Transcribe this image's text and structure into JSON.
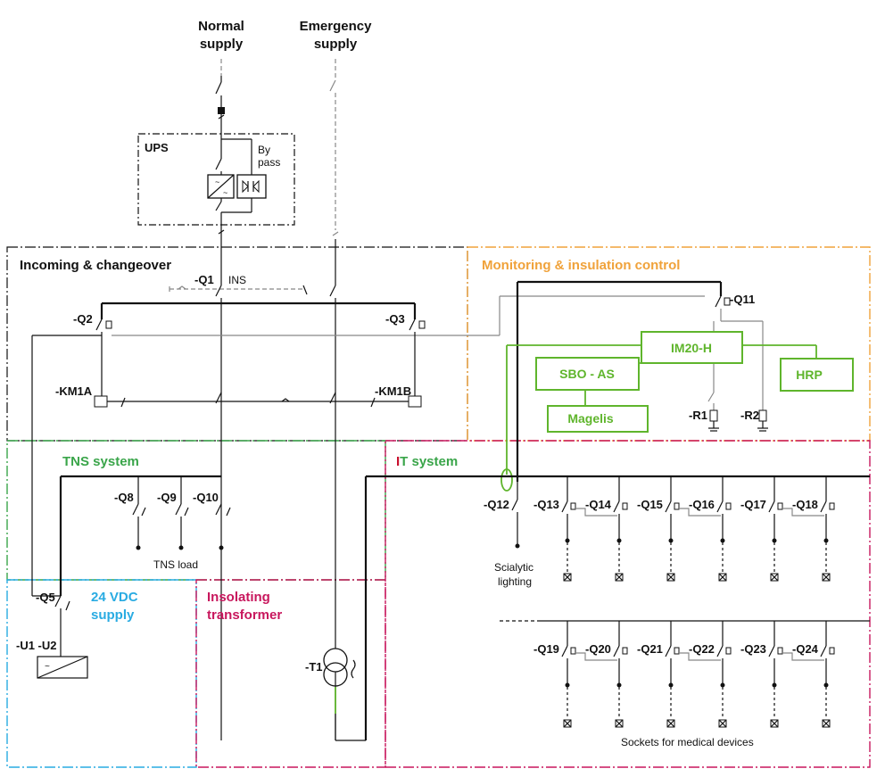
{
  "supplies": {
    "normal": [
      "Normal",
      "supply"
    ],
    "emergency": [
      "Emergency",
      "supply"
    ]
  },
  "ups": {
    "title": "UPS",
    "bypass": [
      "By",
      "pass"
    ]
  },
  "sections": {
    "incoming": {
      "label": "Incoming & changeover",
      "color": "#111111"
    },
    "monitoring": {
      "label": "Monitoring & insulation control",
      "color": "#f0a23a"
    },
    "tns": {
      "label": "TNS system",
      "color": "#3aa54a"
    },
    "it": {
      "label_first": "I",
      "label_rest": "T system",
      "first_color": "#c8102e",
      "color": "#3aa54a"
    },
    "vdc": {
      "label": [
        "24 VDC",
        "supply"
      ],
      "color": "#29abe2"
    },
    "transformer": {
      "label": [
        "Insolating",
        "transformer"
      ],
      "color": "#c8175d"
    }
  },
  "incoming_labels": {
    "q1": "-Q1",
    "ins": "INS",
    "q2": "-Q2",
    "q3": "-Q3",
    "km1a": "-KM1A",
    "km1b": "-KM1B"
  },
  "monitoring_labels": {
    "q11": "-Q11",
    "r1": "-R1",
    "r2": "-R2"
  },
  "devices": {
    "im20h": "IM20-H",
    "sboas": "SBO - AS",
    "magelis": "Magelis",
    "hrp": "HRP"
  },
  "tns_labels": {
    "q8": "-Q8",
    "q9": "-Q9",
    "q10": "-Q10",
    "load": "TNS load"
  },
  "vdc_labels": {
    "q5": "-Q5",
    "u1u2": "-U1 -U2"
  },
  "transformer_labels": {
    "t1": "-T1"
  },
  "it_labels": {
    "q12": "-Q12",
    "scialytic": [
      "Scialytic",
      "lighting"
    ],
    "row1": [
      "-Q13",
      "-Q14",
      "-Q15",
      "-Q16",
      "-Q17",
      "-Q18"
    ],
    "row2": [
      "-Q19",
      "-Q20",
      "-Q21",
      "-Q22",
      "-Q23",
      "-Q24"
    ],
    "sockets": "Sockets for medical devices"
  },
  "colors": {
    "device_green": "#5fb52c",
    "wire": "#111111",
    "wire_grey": "#888888"
  }
}
